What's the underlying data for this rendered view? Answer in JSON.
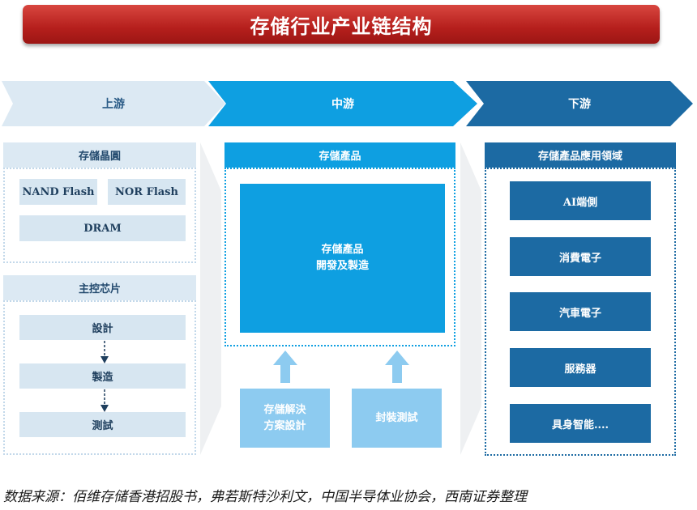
{
  "title": "存储行业产业链结构",
  "stages": {
    "upstream": "上游",
    "midstream": "中游",
    "downstream": "下游"
  },
  "upstream": {
    "wafer_header": "存儲晶圓",
    "wafer_items": [
      "NAND Flash",
      "NOR Flash",
      "DRAM"
    ],
    "chip_header": "主控芯片",
    "chip_steps": [
      "設計",
      "製造",
      "測試"
    ]
  },
  "midstream": {
    "header": "存儲產品",
    "main_line1": "存儲產品",
    "main_line2": "開發及製造",
    "solution_line1": "存儲解決",
    "solution_line2": "方案設計",
    "packaging": "封裝測試"
  },
  "downstream": {
    "header": "存儲產品應用領域",
    "items": [
      "AI端側",
      "消費電子",
      "汽車電子",
      "服務器",
      "具身智能...."
    ]
  },
  "source": "数据来源：佰维存储香港招股书，弗若斯特沙利文，中国半导体业协会，西南证券整理",
  "colors": {
    "title_red": "#b51f1c",
    "upstream_light": "#dce9f3",
    "midstream_blue": "#0e9fe1",
    "midstream_light": "#8dcbf0",
    "downstream_navy": "#1c6aa3"
  }
}
